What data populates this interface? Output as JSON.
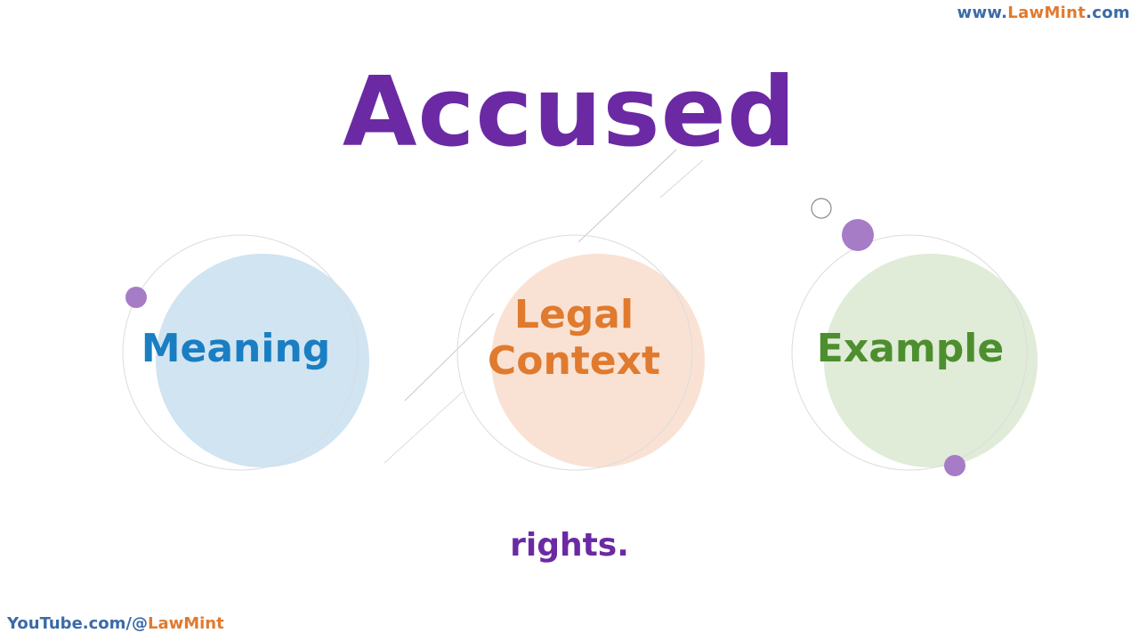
{
  "watermark_top": {
    "prefix": "www.",
    "brand": "LawMint",
    "suffix": ".com"
  },
  "watermark_bottom": {
    "prefix": "YouTube.com/@",
    "brand": "LawMint"
  },
  "title": "Accused",
  "topics": [
    {
      "label": "Meaning",
      "color": "#1a7ec2"
    },
    {
      "label_line1": "Legal",
      "label_line2": "Context",
      "color": "#e07a2e"
    },
    {
      "label": "Example",
      "color": "#4d8f2e"
    }
  ],
  "caption": "rights.",
  "colors": {
    "title": "#6b2aa3",
    "meaning_fill": "#d0e4f2",
    "legal_fill": "#f9e2d4",
    "example_fill": "#e0ebd8",
    "accent_dot": "#a67cc7",
    "watermark": "#3b6aa8",
    "watermark_brand": "#e07a2e"
  }
}
